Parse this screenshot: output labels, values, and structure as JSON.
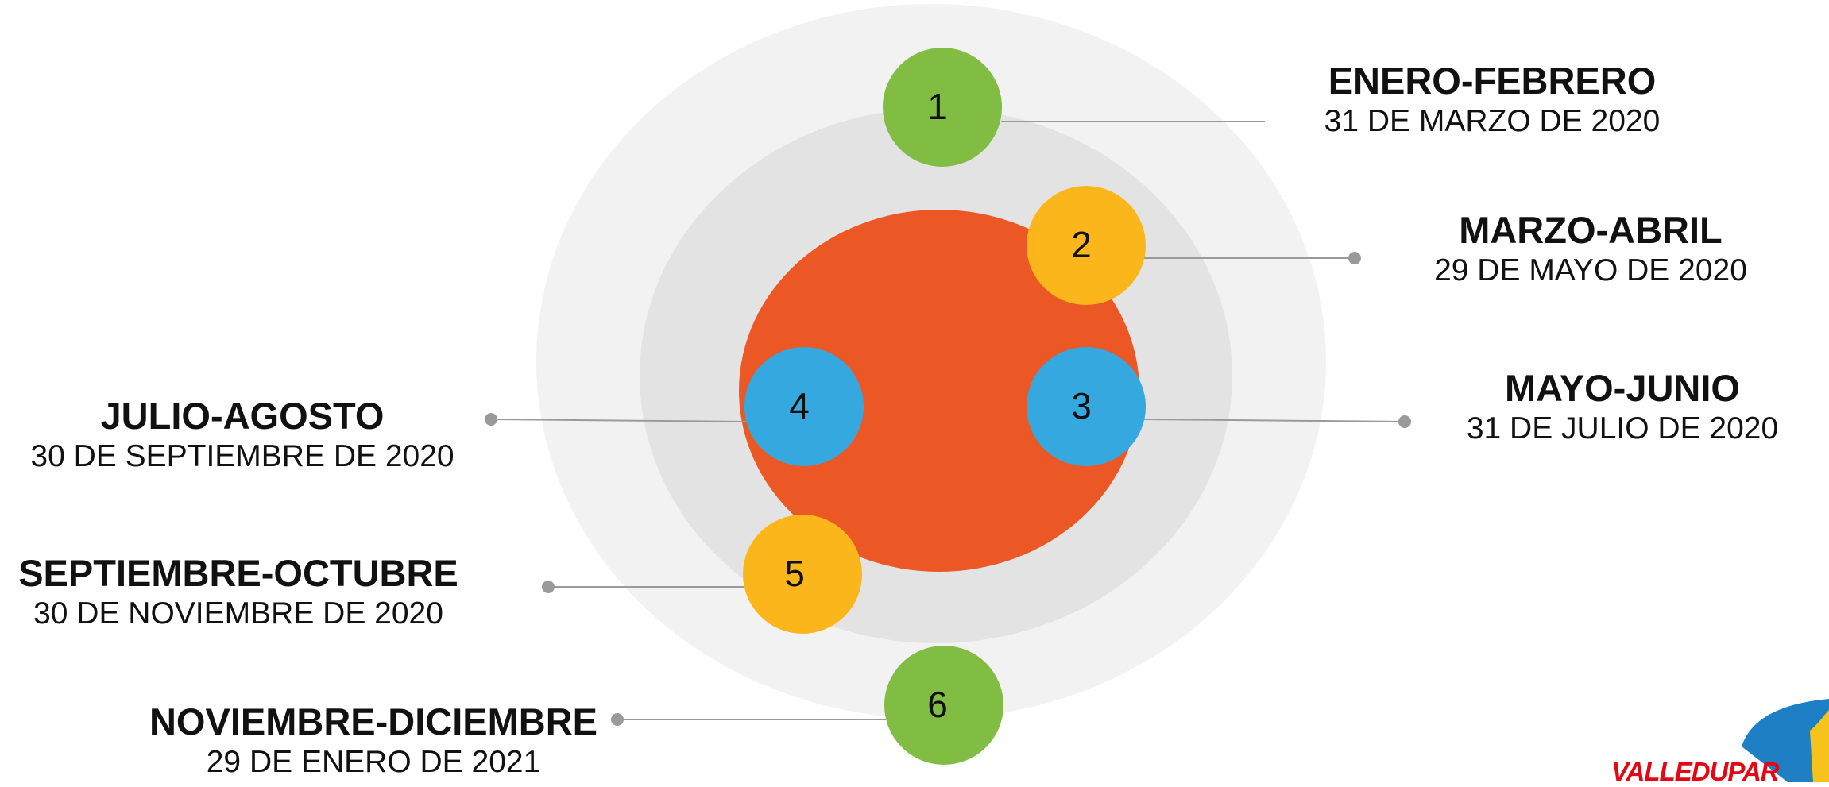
{
  "colors": {
    "outer_ring": "#f2f2f2",
    "inner_ring": "#e3e3e3",
    "core": "#eb5826",
    "green": "#82bd43",
    "yellow": "#fbb61c",
    "blue": "#35a9df",
    "connector": "#9a9a9a"
  },
  "steps": [
    {
      "number": "1",
      "color": "green",
      "period": "ENERO-FEBRERO",
      "date": "31 DE MARZO DE 2020"
    },
    {
      "number": "2",
      "color": "yellow",
      "period": "MARZO-ABRIL",
      "date": "29 DE MAYO DE 2020"
    },
    {
      "number": "3",
      "color": "blue",
      "period": "MAYO-JUNIO",
      "date": "31 DE JULIO DE 2020"
    },
    {
      "number": "4",
      "color": "blue",
      "period": "JULIO-AGOSTO",
      "date": "30 DE SEPTIEMBRE DE 2020"
    },
    {
      "number": "5",
      "color": "yellow",
      "period": "SEPTIEMBRE-OCTUBRE",
      "date": "30 DE NOVIEMBRE DE 2020"
    },
    {
      "number": "6",
      "color": "green",
      "period": "NOVIEMBRE-DICIEMBRE",
      "date": "29 DE ENERO DE 2021"
    }
  ],
  "logo": {
    "text": "VALLEDUPAR",
    "icon": "valledupar-logo-icon"
  }
}
